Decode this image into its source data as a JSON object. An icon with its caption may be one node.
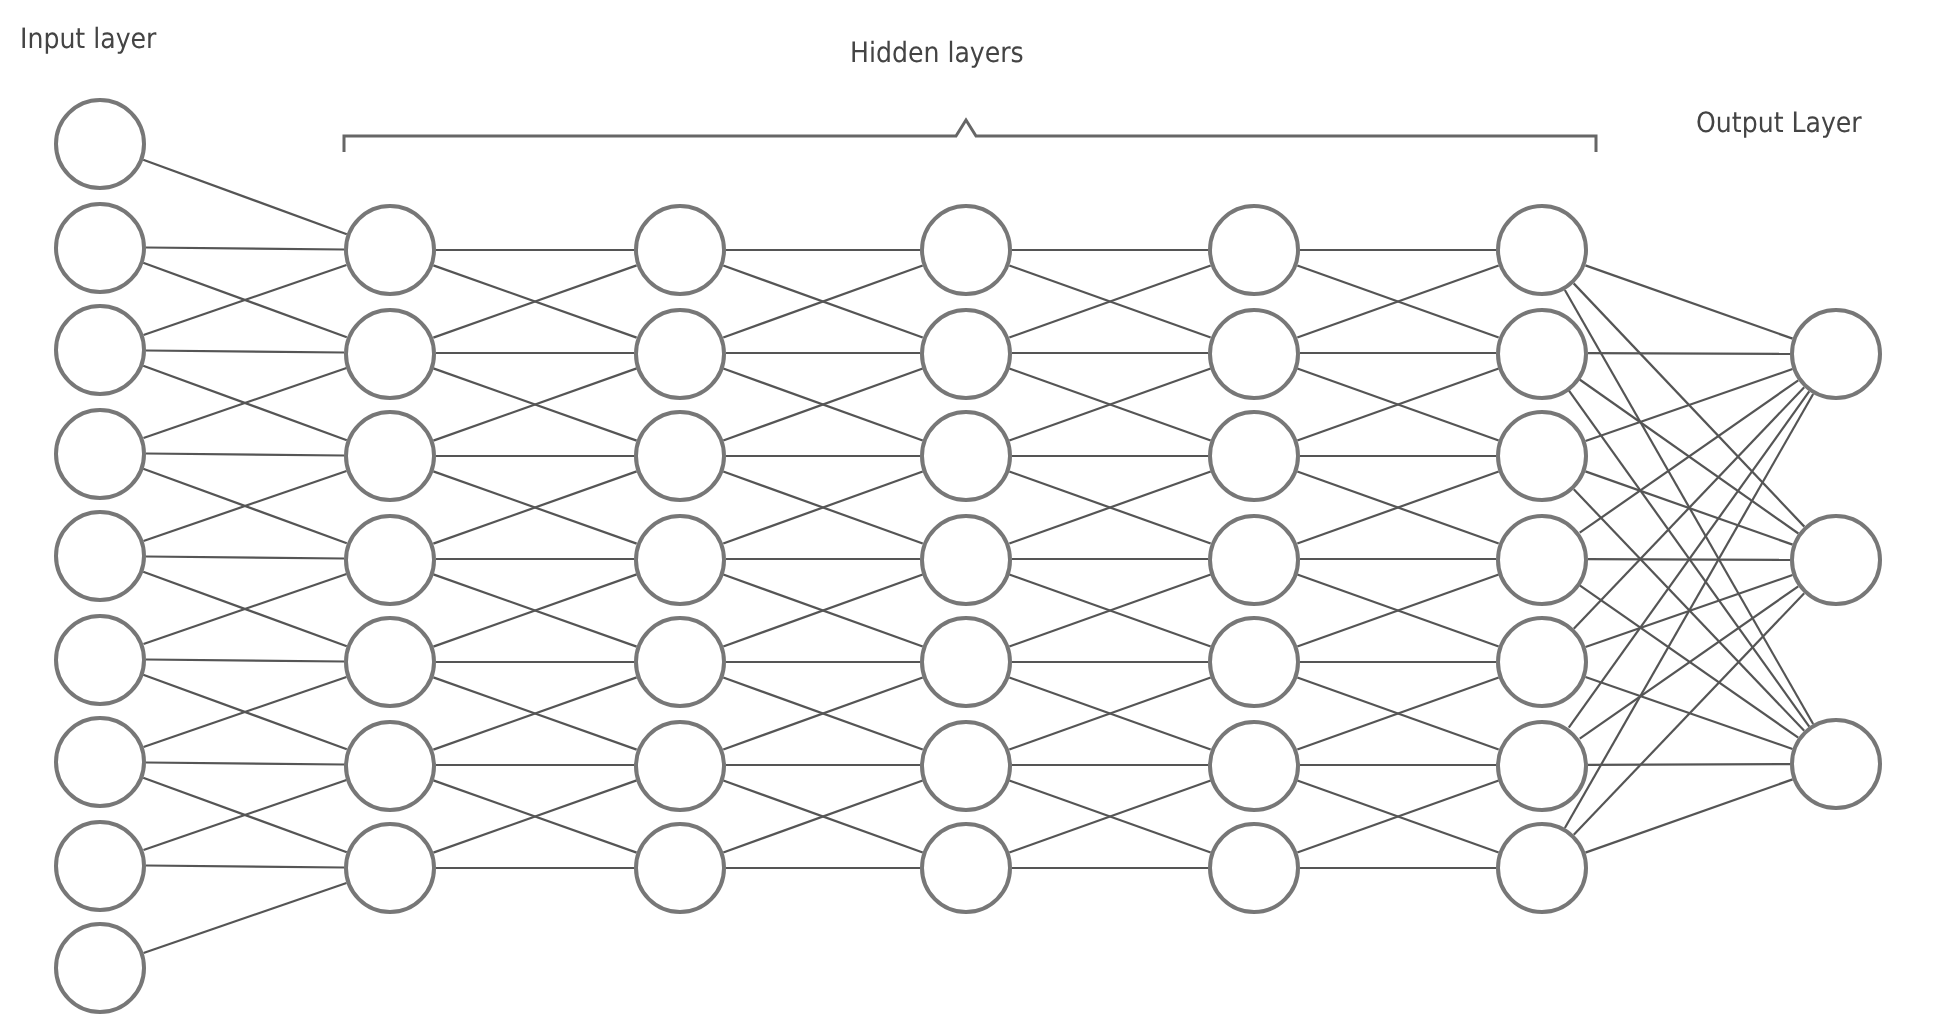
{
  "diagram": {
    "nodes": [
      {
        "text": [],
        "shape": "circle"
      },
      {
        "text": [],
        "shape": "circle"
      },
      {
        "text": [],
        "shape": "circle"
      },
      {
        "text": [],
        "shape": "circle"
      },
      {
        "text": [],
        "shape": "circle"
      },
      {
        "text": [],
        "shape": "circle"
      },
      {
        "text": [],
        "shape": "circle"
      },
      {
        "text": [],
        "shape": "circle"
      },
      {
        "text": [],
        "shape": "circle"
      },
      {
        "text": [],
        "shape": "circle"
      },
      {
        "text": [],
        "shape": "circle"
      },
      {
        "text": [],
        "shape": "circle"
      },
      {
        "text": [],
        "shape": "circle"
      },
      {
        "text": [],
        "shape": "circle"
      },
      {
        "text": [],
        "shape": "circle"
      },
      {
        "text": [],
        "shape": "circle"
      },
      {
        "text": [],
        "shape": "circle"
      },
      {
        "text": [],
        "shape": "circle"
      },
      {
        "text": [],
        "shape": "circle"
      },
      {
        "text": [],
        "shape": "circle"
      },
      {
        "text": [],
        "shape": "circle"
      },
      {
        "text": [],
        "shape": "circle"
      },
      {
        "text": [],
        "shape": "circle"
      },
      {
        "text": [],
        "shape": "circle"
      },
      {
        "text": [],
        "shape": "circle"
      },
      {
        "text": [],
        "shape": "circle"
      },
      {
        "text": [],
        "shape": "circle"
      },
      {
        "text": [],
        "shape": "circle"
      },
      {
        "text": [],
        "shape": "circle"
      },
      {
        "text": [],
        "shape": "circle"
      },
      {
        "text": [],
        "shape": "circle"
      },
      {
        "text": [],
        "shape": "circle"
      },
      {
        "text": [],
        "shape": "circle"
      },
      {
        "text": [],
        "shape": "circle"
      },
      {
        "text": [],
        "shape": "circle"
      },
      {
        "text": [],
        "shape": "circle"
      },
      {
        "text": [],
        "shape": "circle"
      },
      {
        "text": [],
        "shape": "circle"
      },
      {
        "text": [],
        "shape": "circle"
      },
      {
        "text": [],
        "shape": "circle"
      },
      {
        "text": [],
        "shape": "circle"
      },
      {
        "text": [],
        "shape": "circle"
      },
      {
        "text": [],
        "shape": "circle"
      },
      {
        "text": [],
        "shape": "circle"
      },
      {
        "text": [],
        "shape": "circle"
      },
      {
        "text": [],
        "shape": "circle"
      },
      {
        "text": [],
        "shape": "circle"
      }
    ],
    "edges": [
      {
        "from": 0,
        "to": 9,
        "arrow": "none"
      },
      {
        "from": 1,
        "to": 9,
        "arrow": "none"
      },
      {
        "from": 1,
        "to": 10,
        "arrow": "none"
      },
      {
        "from": 2,
        "to": 9,
        "arrow": "none"
      },
      {
        "from": 2,
        "to": 10,
        "arrow": "none"
      },
      {
        "from": 2,
        "to": 11,
        "arrow": "none"
      },
      {
        "from": 3,
        "to": 10,
        "arrow": "none"
      },
      {
        "from": 3,
        "to": 11,
        "arrow": "none"
      },
      {
        "from": 3,
        "to": 12,
        "arrow": "none"
      },
      {
        "from": 4,
        "to": 11,
        "arrow": "none"
      },
      {
        "from": 4,
        "to": 12,
        "arrow": "none"
      },
      {
        "from": 4,
        "to": 13,
        "arrow": "none"
      },
      {
        "from": 5,
        "to": 12,
        "arrow": "none"
      },
      {
        "from": 5,
        "to": 13,
        "arrow": "none"
      },
      {
        "from": 5,
        "to": 14,
        "arrow": "none"
      },
      {
        "from": 6,
        "to": 13,
        "arrow": "none"
      },
      {
        "from": 6,
        "to": 14,
        "arrow": "none"
      },
      {
        "from": 6,
        "to": 15,
        "arrow": "none"
      },
      {
        "from": 7,
        "to": 14,
        "arrow": "none"
      },
      {
        "from": 7,
        "to": 15,
        "arrow": "none"
      },
      {
        "from": 8,
        "to": 15,
        "arrow": "none"
      },
      {
        "from": 9,
        "to": 16,
        "arrow": "none"
      },
      {
        "from": 9,
        "to": 17,
        "arrow": "none"
      },
      {
        "from": 10,
        "to": 16,
        "arrow": "none"
      },
      {
        "from": 10,
        "to": 17,
        "arrow": "none"
      },
      {
        "from": 10,
        "to": 18,
        "arrow": "none"
      },
      {
        "from": 11,
        "to": 17,
        "arrow": "none"
      },
      {
        "from": 11,
        "to": 18,
        "arrow": "none"
      },
      {
        "from": 11,
        "to": 19,
        "arrow": "none"
      },
      {
        "from": 12,
        "to": 18,
        "arrow": "none"
      },
      {
        "from": 12,
        "to": 19,
        "arrow": "none"
      },
      {
        "from": 12,
        "to": 20,
        "arrow": "none"
      },
      {
        "from": 13,
        "to": 19,
        "arrow": "none"
      },
      {
        "from": 13,
        "to": 20,
        "arrow": "none"
      },
      {
        "from": 13,
        "to": 21,
        "arrow": "none"
      },
      {
        "from": 14,
        "to": 20,
        "arrow": "none"
      },
      {
        "from": 14,
        "to": 21,
        "arrow": "none"
      },
      {
        "from": 14,
        "to": 22,
        "arrow": "none"
      },
      {
        "from": 15,
        "to": 21,
        "arrow": "none"
      },
      {
        "from": 15,
        "to": 22,
        "arrow": "none"
      },
      {
        "from": 16,
        "to": 23,
        "arrow": "none"
      },
      {
        "from": 16,
        "to": 24,
        "arrow": "none"
      },
      {
        "from": 17,
        "to": 23,
        "arrow": "none"
      },
      {
        "from": 17,
        "to": 24,
        "arrow": "none"
      },
      {
        "from": 17,
        "to": 25,
        "arrow": "none"
      },
      {
        "from": 18,
        "to": 24,
        "arrow": "none"
      },
      {
        "from": 18,
        "to": 25,
        "arrow": "none"
      },
      {
        "from": 18,
        "to": 26,
        "arrow": "none"
      },
      {
        "from": 19,
        "to": 25,
        "arrow": "none"
      },
      {
        "from": 19,
        "to": 26,
        "arrow": "none"
      },
      {
        "from": 19,
        "to": 27,
        "arrow": "none"
      },
      {
        "from": 20,
        "to": 26,
        "arrow": "none"
      },
      {
        "from": 20,
        "to": 27,
        "arrow": "none"
      },
      {
        "from": 20,
        "to": 28,
        "arrow": "none"
      },
      {
        "from": 21,
        "to": 27,
        "arrow": "none"
      },
      {
        "from": 21,
        "to": 28,
        "arrow": "none"
      },
      {
        "from": 21,
        "to": 29,
        "arrow": "none"
      },
      {
        "from": 22,
        "to": 28,
        "arrow": "none"
      },
      {
        "from": 22,
        "to": 29,
        "arrow": "none"
      },
      {
        "from": 23,
        "to": 30,
        "arrow": "none"
      },
      {
        "from": 23,
        "to": 31,
        "arrow": "none"
      },
      {
        "from": 24,
        "to": 30,
        "arrow": "none"
      },
      {
        "from": 24,
        "to": 31,
        "arrow": "none"
      },
      {
        "from": 24,
        "to": 32,
        "arrow": "none"
      },
      {
        "from": 25,
        "to": 31,
        "arrow": "none"
      },
      {
        "from": 25,
        "to": 32,
        "arrow": "none"
      },
      {
        "from": 25,
        "to": 33,
        "arrow": "none"
      },
      {
        "from": 26,
        "to": 32,
        "arrow": "none"
      },
      {
        "from": 26,
        "to": 33,
        "arrow": "none"
      },
      {
        "from": 26,
        "to": 34,
        "arrow": "none"
      },
      {
        "from": 27,
        "to": 33,
        "arrow": "none"
      },
      {
        "from": 27,
        "to": 34,
        "arrow": "none"
      },
      {
        "from": 27,
        "to": 35,
        "arrow": "none"
      },
      {
        "from": 28,
        "to": 34,
        "arrow": "none"
      },
      {
        "from": 28,
        "to": 35,
        "arrow": "none"
      },
      {
        "from": 28,
        "to": 36,
        "arrow": "none"
      },
      {
        "from": 29,
        "to": 35,
        "arrow": "none"
      },
      {
        "from": 29,
        "to": 36,
        "arrow": "none"
      },
      {
        "from": 30,
        "to": 37,
        "arrow": "none"
      },
      {
        "from": 30,
        "to": 38,
        "arrow": "none"
      },
      {
        "from": 31,
        "to": 37,
        "arrow": "none"
      },
      {
        "from": 31,
        "to": 38,
        "arrow": "none"
      },
      {
        "from": 31,
        "to": 39,
        "arrow": "none"
      },
      {
        "from": 32,
        "to": 38,
        "arrow": "none"
      },
      {
        "from": 32,
        "to": 39,
        "arrow": "none"
      },
      {
        "from": 32,
        "to": 40,
        "arrow": "none"
      },
      {
        "from": 33,
        "to": 39,
        "arrow": "none"
      },
      {
        "from": 33,
        "to": 40,
        "arrow": "none"
      },
      {
        "from": 33,
        "to": 41,
        "arrow": "none"
      },
      {
        "from": 34,
        "to": 40,
        "arrow": "none"
      },
      {
        "from": 34,
        "to": 41,
        "arrow": "none"
      },
      {
        "from": 34,
        "to": 42,
        "arrow": "none"
      },
      {
        "from": 35,
        "to": 41,
        "arrow": "none"
      },
      {
        "from": 35,
        "to": 42,
        "arrow": "none"
      },
      {
        "from": 35,
        "to": 43,
        "arrow": "none"
      },
      {
        "from": 36,
        "to": 42,
        "arrow": "none"
      },
      {
        "from": 36,
        "to": 43,
        "arrow": "none"
      },
      {
        "from": 37,
        "to": 44,
        "arrow": "none"
      },
      {
        "from": 37,
        "to": 45,
        "arrow": "none"
      },
      {
        "from": 37,
        "to": 46,
        "arrow": "none"
      },
      {
        "from": 38,
        "to": 44,
        "arrow": "none"
      },
      {
        "from": 38,
        "to": 45,
        "arrow": "none"
      },
      {
        "from": 38,
        "to": 46,
        "arrow": "none"
      },
      {
        "from": 39,
        "to": 44,
        "arrow": "none"
      },
      {
        "from": 39,
        "to": 45,
        "arrow": "none"
      },
      {
        "from": 39,
        "to": 46,
        "arrow": "none"
      },
      {
        "from": 40,
        "to": 44,
        "arrow": "none"
      },
      {
        "from": 40,
        "to": 45,
        "arrow": "none"
      },
      {
        "from": 40,
        "to": 46,
        "arrow": "none"
      },
      {
        "from": 41,
        "to": 44,
        "arrow": "none"
      },
      {
        "from": 41,
        "to": 45,
        "arrow": "none"
      },
      {
        "from": 41,
        "to": 46,
        "arrow": "none"
      },
      {
        "from": 42,
        "to": 44,
        "arrow": "none"
      },
      {
        "from": 42,
        "to": 45,
        "arrow": "none"
      },
      {
        "from": 42,
        "to": 46,
        "arrow": "none"
      },
      {
        "from": 43,
        "to": 44,
        "arrow": "none"
      },
      {
        "from": 43,
        "to": 45,
        "arrow": "none"
      },
      {
        "from": 43,
        "to": 46,
        "arrow": "none"
      }
    ],
    "labels": [
      "Input layer",
      "Hidden layers",
      "Output Layer"
    ]
  }
}
